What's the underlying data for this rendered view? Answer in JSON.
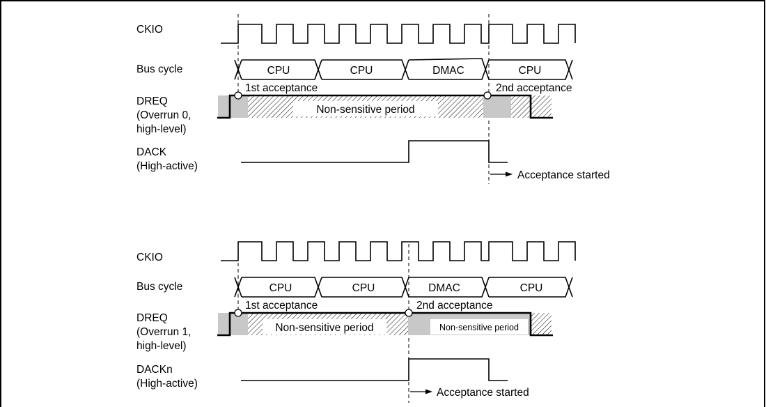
{
  "top": {
    "ckio_label": "CKIO",
    "bus_label": "Bus cycle",
    "dreq_label": [
      "DREQ",
      "(Overrun 0,",
      "high-level)"
    ],
    "dack_label": [
      "DACK",
      "(High-active)"
    ],
    "bus_cycles": [
      "CPU",
      "CPU",
      "DMAC",
      "CPU"
    ],
    "first_acceptance": "1st acceptance",
    "second_acceptance": "2nd acceptance",
    "period_label": "Non-sensitive period",
    "acceptance_started": "Acceptance started"
  },
  "bottom": {
    "ckio_label": "CKIO",
    "bus_label": "Bus cycle",
    "dreq_label": [
      "DREQ",
      "(Overrun 1,",
      "high-level)"
    ],
    "dack_label": [
      "DACKn",
      "(High-active)"
    ],
    "bus_cycles": [
      "CPU",
      "CPU",
      "DMAC",
      "CPU"
    ],
    "first_acceptance": "1st acceptance",
    "second_acceptance": "2nd acceptance",
    "period_label_1": "Non-sensitive period",
    "period_label_2": "Non-sensitive period",
    "acceptance_started": "Acceptance started"
  }
}
